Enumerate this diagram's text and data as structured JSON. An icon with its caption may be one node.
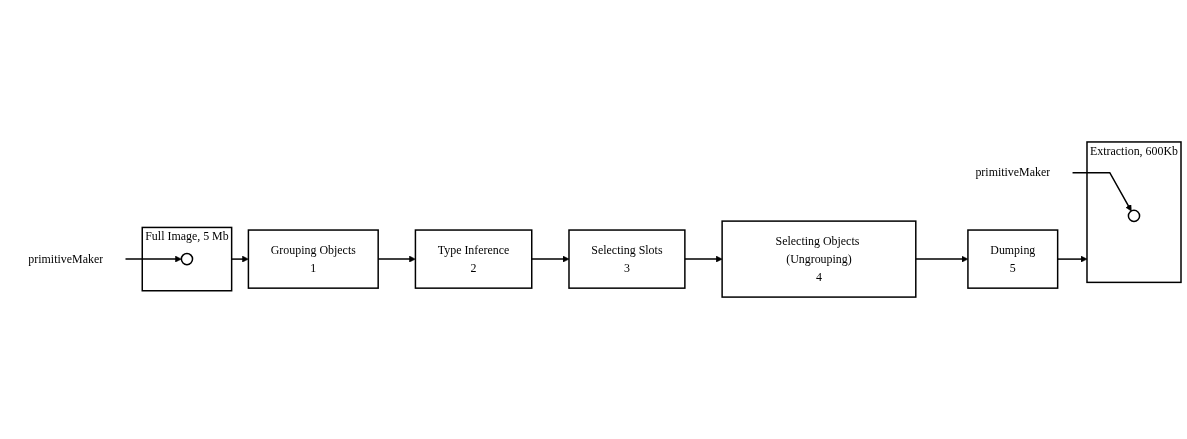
{
  "diagram": {
    "nodes": [
      {
        "text": [
          "Full Image, 5 Mb"
        ]
      },
      {
        "text": [],
        "shape": "circle",
        "in": 0
      },
      {
        "text": [
          "primitiveMaker"
        ]
      },
      {
        "text": [
          "primitiveMaker"
        ]
      },
      {
        "text": [
          "Extraction, 600Kb"
        ]
      },
      {
        "text": [],
        "shape": "circle",
        "in": 4
      },
      {
        "text": [
          "Grouping Objects",
          "1"
        ]
      },
      {
        "text": [
          "Type Inference",
          "2"
        ]
      },
      {
        "text": [
          "Selecting Slots",
          "3"
        ]
      },
      {
        "text": [
          "Selecting Objects (Ungrouping)",
          "4"
        ]
      },
      {
        "text": [
          "Dumping",
          "5"
        ]
      }
    ],
    "edges": [
      {
        "from": 2,
        "to": 1,
        "arrow": "to"
      },
      {
        "from": 3,
        "to": 5,
        "arrow": "to"
      },
      {
        "from": 0,
        "to": 6,
        "arrow": "to"
      },
      {
        "from": 6,
        "to": 7,
        "arrow": "to"
      },
      {
        "from": 7,
        "to": 8,
        "arrow": "to"
      },
      {
        "from": 8,
        "to": 9,
        "arrow": "to"
      },
      {
        "from": 9,
        "to": 10,
        "arrow": "to"
      },
      {
        "from": 10,
        "to": 4,
        "arrow": "to"
      }
    ]
  }
}
